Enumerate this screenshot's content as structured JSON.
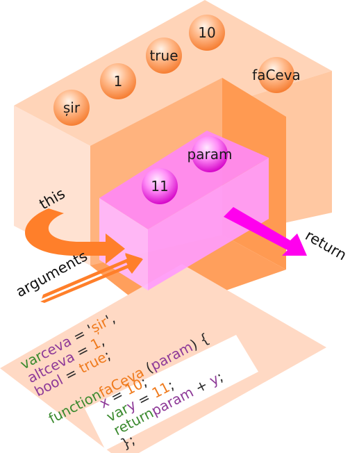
{
  "outer_function": {
    "name": "faCeva",
    "variables": [
      "șir",
      "1",
      "true",
      "10"
    ]
  },
  "inner_function": {
    "variables": [
      "11",
      "param"
    ]
  },
  "labels": {
    "this": "this",
    "arguments": "arguments",
    "return": "return"
  },
  "code": {
    "outer_lines": [
      [
        {
          "t": "var",
          "c": "kw"
        },
        {
          "t": "ceva",
          "c": "id"
        },
        {
          "t": " = ",
          "c": "op"
        },
        {
          "t": "'",
          "c": "op"
        },
        {
          "t": "șir",
          "c": "val"
        },
        {
          "t": "',",
          "c": "op"
        }
      ],
      [
        {
          "t": "altceva",
          "c": "id"
        },
        {
          "t": " = ",
          "c": "op"
        },
        {
          "t": "1",
          "c": "val"
        },
        {
          "t": ",",
          "c": "op"
        }
      ],
      [
        {
          "t": "bool",
          "c": "id"
        },
        {
          "t": " = ",
          "c": "op"
        },
        {
          "t": "true",
          "c": "val"
        },
        {
          "t": ";",
          "c": "op"
        }
      ],
      [],
      [
        {
          "t": "function",
          "c": "kw"
        },
        {
          "t": "faCeva",
          "c": "val"
        },
        {
          "t": " (",
          "c": "op"
        },
        {
          "t": "param",
          "c": "id"
        },
        {
          "t": ") {",
          "c": "op"
        }
      ]
    ],
    "inner_lines": [
      [
        {
          "t": "x",
          "c": "id"
        },
        {
          "t": " = ",
          "c": "op"
        },
        {
          "t": "10",
          "c": "val"
        },
        {
          "t": ";",
          "c": "op"
        }
      ],
      [
        {
          "t": "var",
          "c": "kw"
        },
        {
          "t": "y",
          "c": "id"
        },
        {
          "t": " = ",
          "c": "op"
        },
        {
          "t": "11",
          "c": "val"
        },
        {
          "t": ";",
          "c": "op"
        }
      ],
      [
        {
          "t": "return",
          "c": "kw"
        },
        {
          "t": "param",
          "c": "id"
        },
        {
          "t": " + ",
          "c": "op"
        },
        {
          "t": "y",
          "c": "id"
        },
        {
          "t": ";",
          "c": "op"
        }
      ],
      [
        {
          "t": "};",
          "c": "op"
        }
      ]
    ]
  },
  "colors": {
    "kw": "#3a8a2e",
    "id": "#8e3a98",
    "val": "#ef7a1c",
    "op": "#2a2a2a",
    "outer_box_front": "#ffcaa4",
    "outer_box_top": "#ffd2b4",
    "outer_box_left": "#ffe1cf",
    "outer_box_inner": "#ff9f5c",
    "inner_box": "#ff99ff",
    "arrow_orange": "#ff7f2a",
    "arrow_magenta": "#ff00ee"
  }
}
